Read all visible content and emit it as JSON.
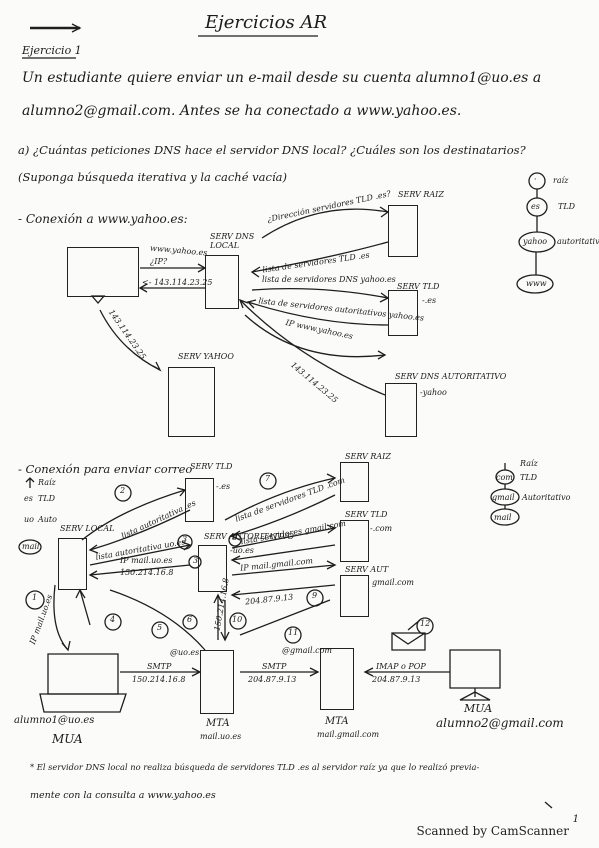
{
  "header": {
    "title": "Ejercicios AR",
    "section": "Ejercicio 1"
  },
  "statement": {
    "line1": "Un estudiante quiere enviar un e-mail desde su cuenta alumno1@uo.es a",
    "line2": "alumno2@gmail.com. Antes se ha conectado a www.yahoo.es.",
    "question_a": "a) ¿Cuántas peticiones DNS hace el servidor DNS local? ¿Cuáles son los destinatarios?",
    "assumption": "(Suponga búsqueda iterativa y la caché vacía)"
  },
  "part1": {
    "label": "- Conexión a www.yahoo.es:",
    "servers": {
      "serv_raiz": "SERV RAIZ",
      "serv_dns_local": "SERV DNS LOCAL",
      "serv_tld": "SERV TLD",
      "serv_tld_sub": "-.es",
      "serv_dns_aut": "SERV DNS AUTORITATIVO",
      "serv_dns_aut_sub": "-yahoo",
      "serv_yahoo": "SERV YAHOO"
    },
    "arrows": {
      "q_tld": "¿Dirección servidores TLD .es?",
      "q_local": "www.yahoo.es",
      "q_local2": "¿IP?",
      "a_local": "<- 143.114.23.25",
      "a_raiz": "lista de servidores TLD .es",
      "q_tld2": "lista de servidores DNS yahoo.es",
      "a_tld": "lista de servidores autoritativos yahoo.es",
      "q_aut": "IP www.yahoo.es",
      "a_aut": "143.114.23.25",
      "a_client": "143.114.23.25"
    },
    "hierarchy": [
      {
        "node": "·",
        "label": "raíz"
      },
      {
        "node": "es",
        "label": "TLD"
      },
      {
        "node": "yahoo",
        "label": "autoritativo"
      },
      {
        "node": "www",
        "label": ""
      }
    ]
  },
  "part2": {
    "label": "- Conexión para enviar correo",
    "servers": {
      "serv_tld": "SERV TLD",
      "serv_tld_sub": "-.es",
      "serv_raiz": "SERV RAIZ",
      "serv_tld2": "SERV TLD",
      "serv_tld2_sub": "-.com",
      "serv_local": "SERV LOCAL",
      "serv_aut_uo": "SERV AUTORITATIVO",
      "serv_aut_uo_sub": "-uo.es",
      "serv_aut_gmail": "SERV AUT",
      "serv_aut_gmail_sub": "gmail.com"
    },
    "legend": [
      {
        "node": "",
        "label": "Raíz"
      },
      {
        "node": "com",
        "label": "TLD"
      },
      {
        "node": "gmail",
        "label": "Autoritativo"
      },
      {
        "node": "mail",
        "label": ""
      }
    ],
    "left_legend": [
      {
        "node": "↑",
        "label": "Raíz"
      },
      {
        "node": "es",
        "label": "TLD"
      },
      {
        "node": "uo",
        "label": "Auto"
      },
      {
        "node": "mail",
        "label": ""
      }
    ],
    "steps": [
      "1",
      "2",
      "3",
      "4",
      "5",
      "6",
      "7",
      "8",
      "9",
      "10",
      "11",
      "12"
    ],
    "arrows": {
      "q1": "IP mail.uo.es",
      "q2": "lista autoritativa .es",
      "a3": "lista autoritativa uo.es",
      "a_ip_local": "IP mail.uo.es",
      "ip_uo": "150.214.16.8",
      "q_tld_com": "lista de servidores TLD .com",
      "q_tld_com2": "lista servidores gmail.com",
      "q_aut_gmail": "IP mail.gmail.com",
      "ip_gmail": "204.87.9.13",
      "ip_uo_b": "150.214.16.8",
      "q4": "@uo.es",
      "q5": "@gmail.com",
      "smtp1": "SMTP",
      "smtp2": "SMTP",
      "ip_smtp1": "150.214.16.8",
      "ip_smtp2": "204.87.9.13",
      "imap": "IMAP o POP",
      "ip_imap": "204.87.9.13"
    },
    "endpoints": {
      "alumno1": "alumno1@uo.es",
      "mua1": "MUA",
      "mta1": "MTA",
      "mta1_sub": "mail.uo.es",
      "mta2": "MTA",
      "mta2_sub": "mail.gmail.com",
      "mua2": "MUA",
      "alumno2": "alumno2@gmail.com"
    }
  },
  "note": {
    "line1": "* El servidor DNS local no realiza búsqueda de servidores TLD .es al servidor raíz ya que lo realizó previa-",
    "line2": "mente con la consulta a www.yahoo.es"
  },
  "page_number": "1",
  "footer": "Scanned by CamScanner"
}
